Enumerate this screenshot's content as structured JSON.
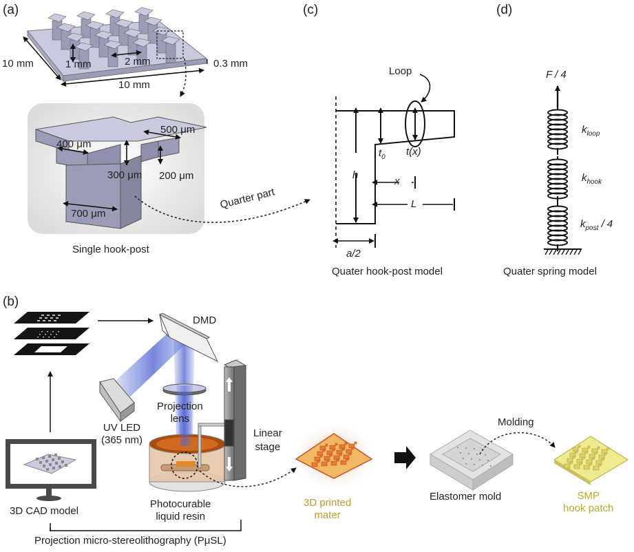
{
  "panels": {
    "a": "(a)",
    "b": "(b)",
    "c": "(c)",
    "d": "(d)"
  },
  "panel_a": {
    "plate_width": "10 mm",
    "plate_depth": "10 mm",
    "post_height": "1 mm",
    "post_pitch": "2 mm",
    "plate_thickness": "0.3 mm",
    "hook_arm_width": "400 μm",
    "hook_span": "500 μm",
    "hook_thickness": "200 μm",
    "hook_offset": "300 μm",
    "post_width": "700 μm",
    "caption": "Single hook-post",
    "arrow_label": "Quarter part"
  },
  "panel_c": {
    "loop_label": "Loop",
    "h": "h",
    "t0": "t",
    "t0_sub": "0",
    "tx": "t(x)",
    "x": "x",
    "L": "L",
    "a2": "a/2",
    "caption": "Quater hook-post model"
  },
  "panel_d": {
    "force": "F / 4",
    "k_loop": "k",
    "k_loop_sub": "loop",
    "k_hook": "k",
    "k_hook_sub": "hook",
    "k_post": "k",
    "k_post_sub": "post",
    "k_post_suffix": "/ 4",
    "caption": "Quater spring model"
  },
  "panel_b": {
    "dmd": "DMD",
    "uv_led_line1": "UV LED",
    "uv_led_line2": "(365 nm)",
    "lens_line1": "Projection",
    "lens_line2": "lens",
    "stage_line1": "Linear",
    "stage_line2": "stage",
    "resin_line1": "Photocurable",
    "resin_line2": "liquid resin",
    "cad": "3D CAD model",
    "process": "Projection micro-stereolithography (PμSL)",
    "master_line1": "3D printed",
    "master_line2": "mater",
    "mold": "Elastomer mold",
    "molding": "Molding",
    "patch_line1": "SMP",
    "patch_line2": "hook patch"
  },
  "colors": {
    "uv_beam": "#5a6fd6",
    "resin": "#d9a06b",
    "master": "#e8903a",
    "patch": "#e8e07a",
    "mold": "#d8d8d8",
    "part_gray": "#9a9cb8"
  }
}
